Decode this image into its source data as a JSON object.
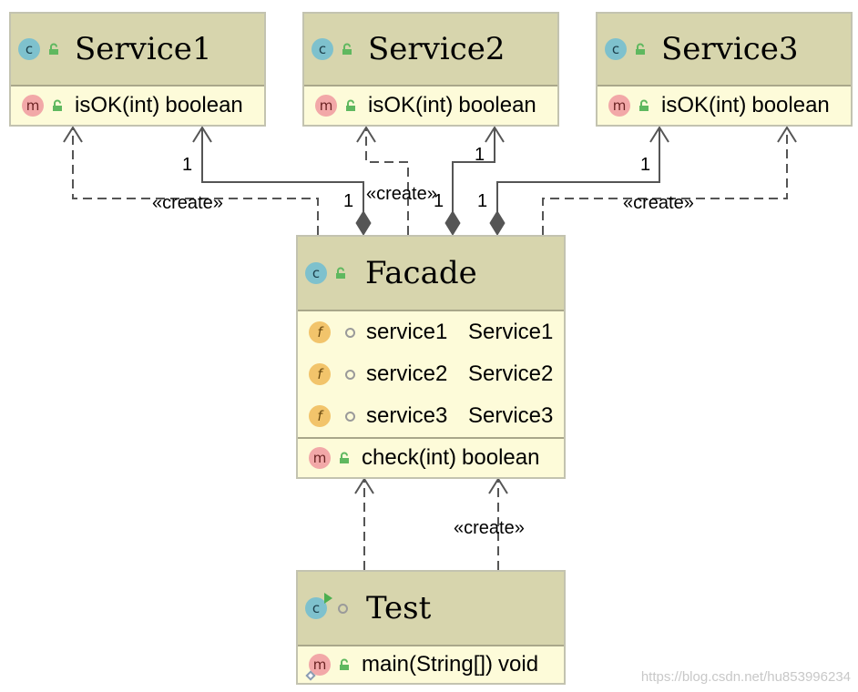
{
  "classes": {
    "service1": {
      "name": "Service1",
      "methods": [
        {
          "name": "isOK(int)",
          "type": "boolean"
        }
      ]
    },
    "service2": {
      "name": "Service2",
      "methods": [
        {
          "name": "isOK(int)",
          "type": "boolean"
        }
      ]
    },
    "service3": {
      "name": "Service3",
      "methods": [
        {
          "name": "isOK(int)",
          "type": "boolean"
        }
      ]
    },
    "facade": {
      "name": "Facade",
      "fields": [
        {
          "name": "service1",
          "type": "Service1"
        },
        {
          "name": "service2",
          "type": "Service2"
        },
        {
          "name": "service3",
          "type": "Service3"
        }
      ],
      "methods": [
        {
          "name": "check(int)",
          "type": "boolean"
        }
      ]
    },
    "test": {
      "name": "Test",
      "methods": [
        {
          "name": "main(String[])",
          "type": "void"
        }
      ]
    }
  },
  "icons": {
    "class": "c",
    "method": "m",
    "field": "f"
  },
  "edges": [
    {
      "from": "Facade",
      "to": "Service1",
      "kind": "create",
      "label": "«create»"
    },
    {
      "from": "Facade",
      "to": "Service2",
      "kind": "create",
      "label": "«create»"
    },
    {
      "from": "Facade",
      "to": "Service3",
      "kind": "create",
      "label": "«create»"
    },
    {
      "from": "Facade",
      "to": "Service1",
      "kind": "composition",
      "source_multiplicity": "1",
      "target_multiplicity": "1"
    },
    {
      "from": "Facade",
      "to": "Service2",
      "kind": "composition",
      "source_multiplicity": "1",
      "target_multiplicity": "1"
    },
    {
      "from": "Facade",
      "to": "Service3",
      "kind": "composition",
      "source_multiplicity": "1",
      "target_multiplicity": "1"
    },
    {
      "from": "Test",
      "to": "Facade",
      "kind": "dependency"
    },
    {
      "from": "Test",
      "to": "Facade",
      "kind": "create",
      "label": "«create»"
    }
  ],
  "watermark": "https://blog.csdn.net/hu853996234",
  "colors": {
    "header": "#d7d5ad",
    "body": "#fdfbd9",
    "line": "#555555"
  }
}
